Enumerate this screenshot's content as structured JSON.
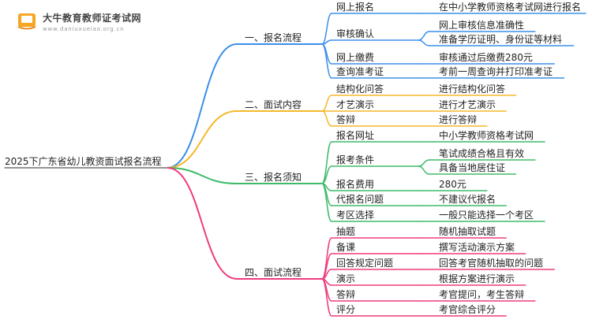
{
  "logo": {
    "title": "大牛教育教师证考试网",
    "url": "www.daniuxueiao.org.cn"
  },
  "root": "2025下广东省幼儿教资面试报名流程",
  "colors": {
    "b1": "#3b8fe8",
    "b2": "#f5b82a",
    "b3": "#3dbb68",
    "b4": "#ee3b7e"
  },
  "branches": [
    {
      "label": "一、报名流程",
      "items": [
        {
          "label": "网上报名",
          "details": [
            "在中小学教师资格考试网进行报名"
          ]
        },
        {
          "label": "审核确认",
          "details": [
            "网上审核信息准确性",
            "准备学历证明、身份证等材料"
          ]
        },
        {
          "label": "网上缴费",
          "details": [
            "审核通过后缴费280元"
          ]
        },
        {
          "label": "查询准考证",
          "details": [
            "考前一周查询并打印准考证"
          ]
        }
      ]
    },
    {
      "label": "二、面试内容",
      "items": [
        {
          "label": "结构化问答",
          "details": [
            "进行结构化问答"
          ]
        },
        {
          "label": "才艺演示",
          "details": [
            "进行才艺演示"
          ]
        },
        {
          "label": "答辩",
          "details": [
            "进行答辩"
          ]
        }
      ]
    },
    {
      "label": "三、报名须知",
      "items": [
        {
          "label": "报名网址",
          "details": [
            "中小学教师资格考试网"
          ]
        },
        {
          "label": "报考条件",
          "details": [
            "笔试成绩合格且有效",
            "具备当地居住证"
          ]
        },
        {
          "label": "报名费用",
          "details": [
            "280元"
          ]
        },
        {
          "label": "代报名问题",
          "details": [
            "不建议代报名"
          ]
        },
        {
          "label": "考区选择",
          "details": [
            "一般只能选择一个考区"
          ]
        }
      ]
    },
    {
      "label": "四、面试流程",
      "items": [
        {
          "label": "抽题",
          "details": [
            "随机抽取试题"
          ]
        },
        {
          "label": "备课",
          "details": [
            "撰写活动演示方案"
          ]
        },
        {
          "label": "回答规定问题",
          "details": [
            "回答考官随机抽取的问题"
          ]
        },
        {
          "label": "演示",
          "details": [
            "根据方案进行演示"
          ]
        },
        {
          "label": "答辩",
          "details": [
            "考官提问，考生答辩"
          ]
        },
        {
          "label": "评分",
          "details": [
            "考官综合评分"
          ]
        }
      ]
    }
  ]
}
